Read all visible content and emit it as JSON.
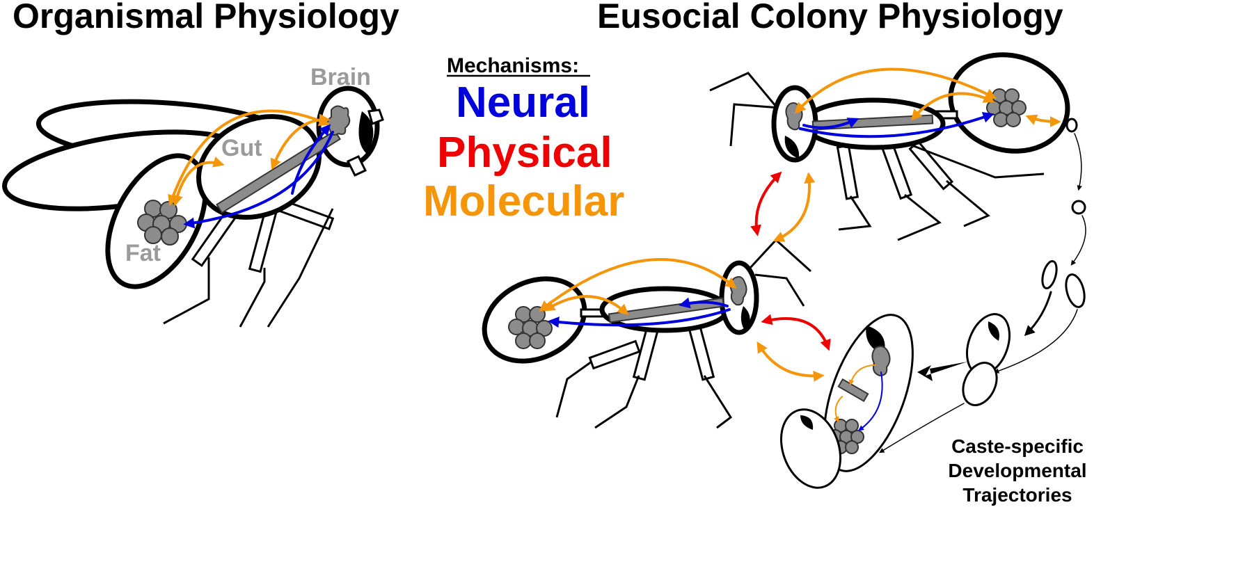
{
  "titles": {
    "left": "Organismal Physiology",
    "right": "Eusocial Colony Physiology"
  },
  "organ_labels": {
    "brain": "Brain",
    "gut": "Gut",
    "fat": "Fat"
  },
  "legend": {
    "heading": "Mechanisms:",
    "items": [
      {
        "label": "Neural",
        "color": "#0000dd"
      },
      {
        "label": "Physical",
        "color": "#ee0000"
      },
      {
        "label": "Molecular",
        "color": "#f5960a"
      }
    ]
  },
  "caste_label": {
    "line1": "Caste-specific",
    "line2": "Developmental",
    "line3": "Trajectories"
  },
  "colors": {
    "neural": "#0000dd",
    "physical": "#ee0000",
    "molecular": "#f5960a",
    "tissue": "#8c8c8c",
    "label_gray": "#9a9a9a"
  }
}
